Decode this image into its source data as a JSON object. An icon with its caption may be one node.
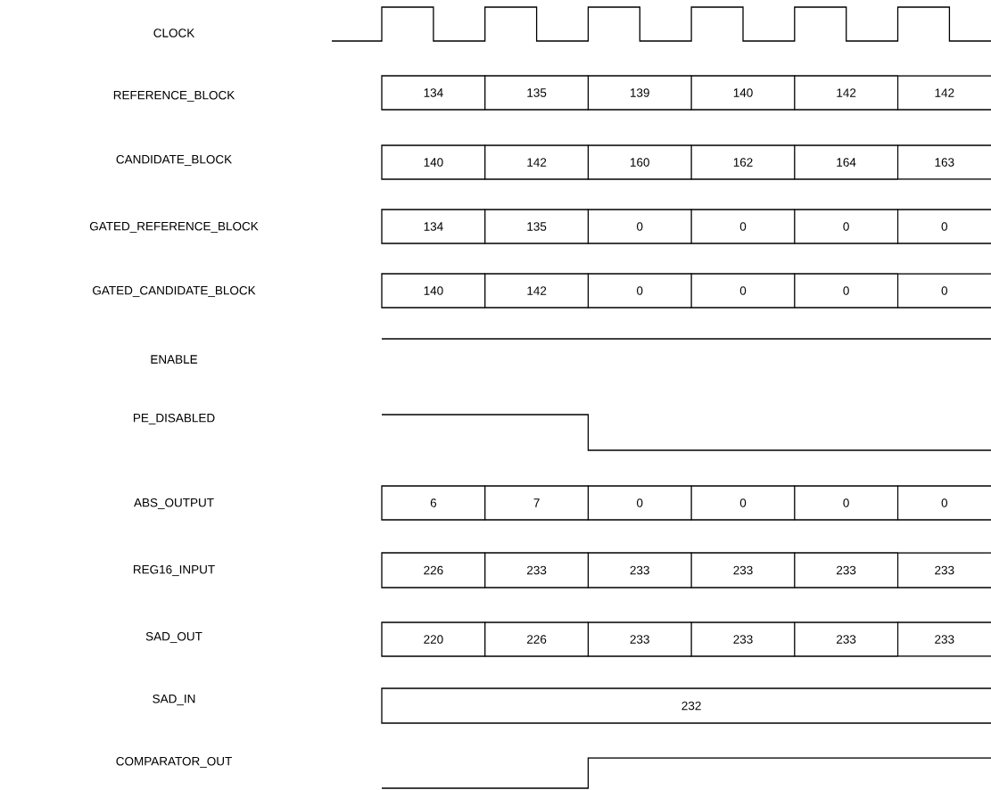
{
  "diagram": {
    "nodes": [
      {
        "text": [
          "134"
        ]
      },
      {
        "text": [
          "135"
        ]
      },
      {
        "text": [
          "139"
        ]
      },
      {
        "text": [
          "140"
        ]
      },
      {
        "text": [
          "142"
        ]
      },
      {
        "text": [
          "142"
        ]
      },
      {
        "text": [
          "140"
        ]
      },
      {
        "text": [
          "142"
        ]
      },
      {
        "text": [
          "160"
        ]
      },
      {
        "text": [
          "162"
        ]
      },
      {
        "text": [
          "164"
        ]
      },
      {
        "text": [
          "163"
        ]
      },
      {
        "text": [
          "134"
        ]
      },
      {
        "text": [
          "135"
        ]
      },
      {
        "text": [
          "0"
        ]
      },
      {
        "text": [
          "0"
        ]
      },
      {
        "text": [
          "0"
        ]
      },
      {
        "text": [
          "0"
        ]
      },
      {
        "text": [
          "140"
        ]
      },
      {
        "text": [
          "142"
        ]
      },
      {
        "text": [
          "0"
        ]
      },
      {
        "text": [
          "0"
        ]
      },
      {
        "text": [
          "0"
        ]
      },
      {
        "text": [
          "0"
        ]
      },
      {
        "text": [
          "6"
        ]
      },
      {
        "text": [
          "7"
        ]
      },
      {
        "text": [
          "0"
        ]
      },
      {
        "text": [
          "0"
        ]
      },
      {
        "text": [
          "0"
        ]
      },
      {
        "text": [
          "0"
        ]
      },
      {
        "text": [
          "226"
        ]
      },
      {
        "text": [
          "233"
        ]
      },
      {
        "text": [
          "233"
        ]
      },
      {
        "text": [
          "233"
        ]
      },
      {
        "text": [
          "233"
        ]
      },
      {
        "text": [
          "233"
        ]
      },
      {
        "text": [
          "220"
        ]
      },
      {
        "text": [
          "226"
        ]
      },
      {
        "text": [
          "233"
        ]
      },
      {
        "text": [
          "233"
        ]
      },
      {
        "text": [
          "233"
        ]
      },
      {
        "text": [
          "233"
        ]
      },
      {
        "text": [
          "232"
        ]
      }
    ],
    "labels": [
      "CLOCK",
      "REFERENCE_BLOCK",
      "CANDIDATE_BLOCK",
      "GATED_REFERENCE_BLOCK",
      "GATED_CANDIDATE_BLOCK",
      "ENABLE",
      "PE_DISABLED",
      "ABS_OUTPUT",
      "REG16_INPUT",
      "SAD_OUT",
      "SAD_IN",
      "COMPARATOR_OUT"
    ]
  }
}
